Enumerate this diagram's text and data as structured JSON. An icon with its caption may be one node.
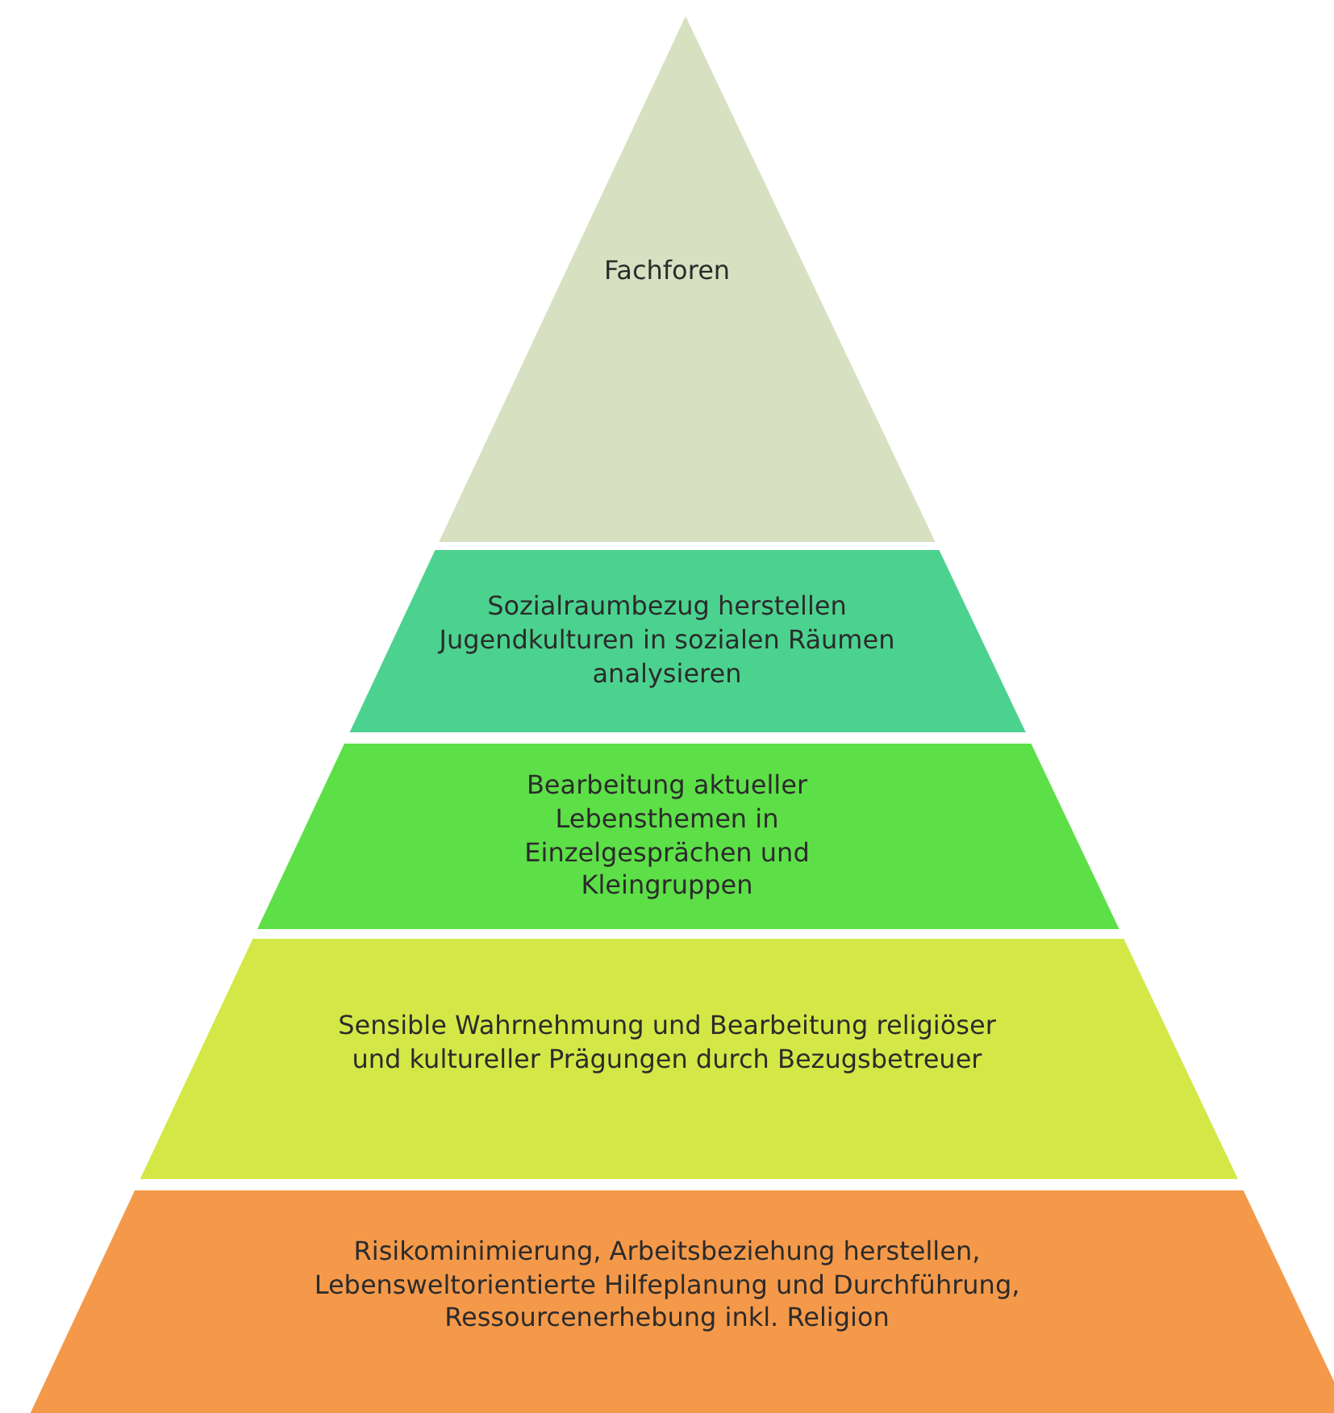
{
  "diagram": {
    "nodes": [
      {
        "text": [
          "Fachforen"
        ]
      },
      {
        "text": [
          "Sozialraumbezug herstellen Jugendkulturen in sozialen Räumen analysieren"
        ]
      },
      {
        "text": [
          "Bearbeitung aktueller Lebensthemen in Einzelgesprächen und Kleingruppen"
        ]
      },
      {
        "text": [
          "Sensible Wahrnehmung und Bearbeitung religiöser und kultureller Prägungen durch Bezugsbetreuer"
        ]
      },
      {
        "text": [
          "Risikominimierung, Arbeitsbeziehung herstellen, Lebensweltorientierte Hilfeplanung und Durchführung, Ressourcenerhebung inkl. Religion"
        ]
      }
    ]
  }
}
